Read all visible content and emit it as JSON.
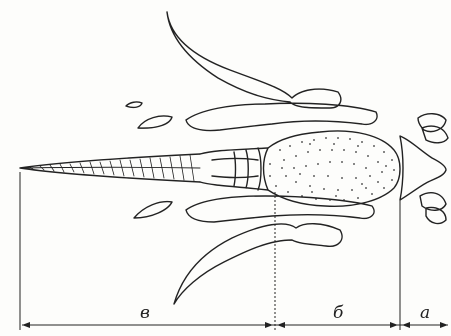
{
  "figure": {
    "segment_labels": {
      "v": "в",
      "b": "б",
      "a": "а"
    },
    "colors": {
      "ink": "#222222",
      "paper": "#fdfdfb",
      "stipple": "#333333"
    }
  }
}
